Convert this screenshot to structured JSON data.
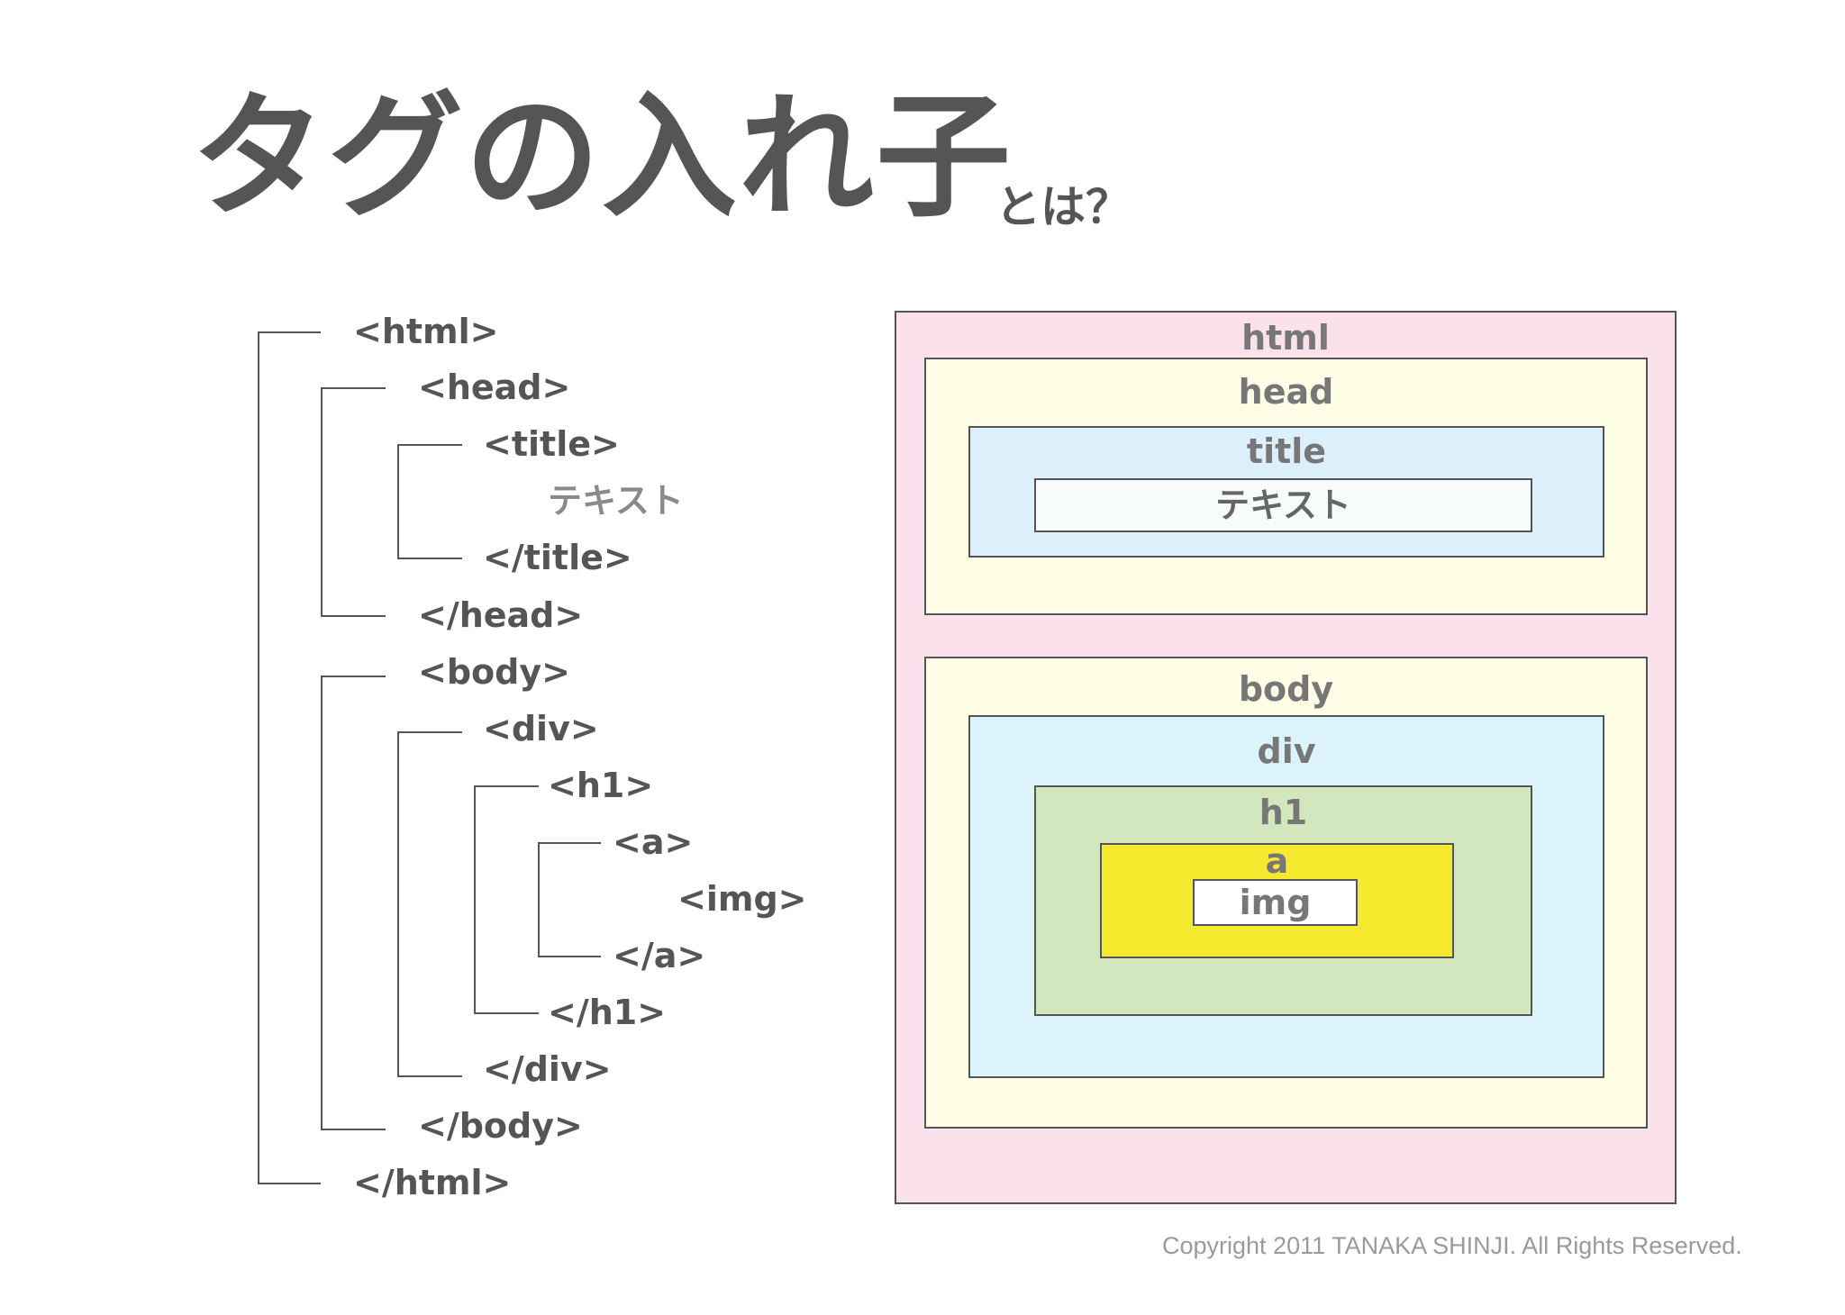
{
  "title": {
    "main": "タグの入れ子",
    "sub": "とは？"
  },
  "tree": [
    {
      "text": "<html>",
      "level": 0
    },
    {
      "text": "<head>",
      "level": 1
    },
    {
      "text": "<title>",
      "level": 2
    },
    {
      "text": "テキスト",
      "level": 3,
      "style": "gray"
    },
    {
      "text": "</title>",
      "level": 2
    },
    {
      "text": "</head>",
      "level": 1
    },
    {
      "text": "<body>",
      "level": 1
    },
    {
      "text": "<div>",
      "level": 2
    },
    {
      "text": "<h1>",
      "level": 3
    },
    {
      "text": "<a>",
      "level": 4
    },
    {
      "text": "<img>",
      "level": 5
    },
    {
      "text": "</a>",
      "level": 4
    },
    {
      "text": "</h1>",
      "level": 3
    },
    {
      "text": "</div>",
      "level": 2
    },
    {
      "text": "</body>",
      "level": 1
    },
    {
      "text": "</html>",
      "level": 0
    }
  ],
  "boxes": {
    "html": {
      "label": "html",
      "color": "#fbe1ec"
    },
    "head": {
      "label": "head",
      "color": "#fefde6"
    },
    "title": {
      "label": "title",
      "color": "#dcf0fb"
    },
    "text": {
      "label": "テキスト",
      "color": "#f8fbfb"
    },
    "body": {
      "label": "body",
      "color": "#fefde6"
    },
    "div": {
      "label": "div",
      "color": "#dcf3fb"
    },
    "h1": {
      "label": "h1",
      "color": "#d3e7be"
    },
    "a": {
      "label": "a",
      "color": "#f5ea2e"
    },
    "img": {
      "label": "img",
      "color": "#ffffff"
    }
  },
  "copyright": "Copyright 2011 TANAKA SHINJI. All Rights Reserved."
}
